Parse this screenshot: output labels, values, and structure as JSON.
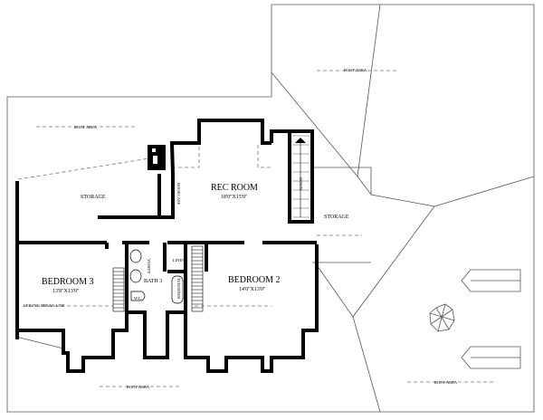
{
  "plan": {
    "roof_areas": [
      "ROOF AREA",
      "ROOF AREA",
      "ROOF AREA",
      "ROOF AREA"
    ],
    "rooms": {
      "rec_room": {
        "name": "REC ROOM",
        "size": "18'0\"X15'0\""
      },
      "bedroom3": {
        "name": "BEDROOM 3",
        "size": "13'8\"X13'0\""
      },
      "bedroom2": {
        "name": "BEDROOM 2",
        "size": "14'0\"X13'0\""
      },
      "storage_left": {
        "name": "STORAGE"
      },
      "storage_right": {
        "name": "STORAGE"
      },
      "bath3": {
        "name": "BATH 3"
      }
    },
    "fixtures": {
      "bookcase": "BOOKCASE",
      "down": "DOWN",
      "vanity": "VANITY",
      "wc": "W.C.",
      "linen": "LINEN",
      "tub": "TUB/SHWR",
      "ceiling_break": "CEILING BREAK LINE"
    }
  }
}
